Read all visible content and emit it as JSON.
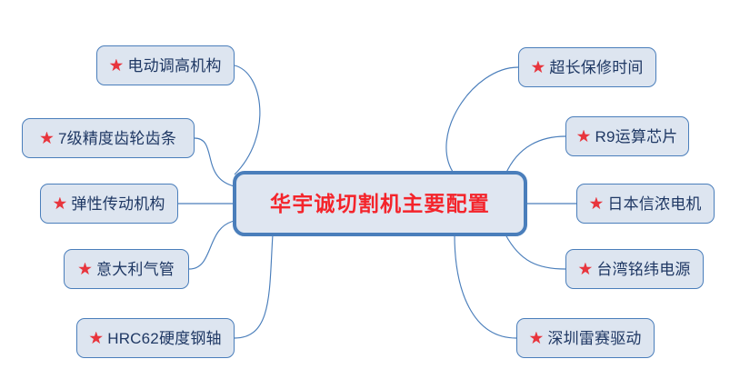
{
  "diagram": {
    "type": "mind-map",
    "background_color": "#ffffff",
    "node_fill": "#dde5f0",
    "node_border": "#4a7ebb",
    "node_text_color": "#1f3864",
    "center_text_color": "#f4242b",
    "star_color": "#e8353d",
    "connector_color": "#4a7ebb"
  },
  "center": {
    "label": "华宇诚切割机主要配置",
    "icon": "none"
  },
  "left_branches": [
    {
      "label": "电动调高机构",
      "icon": "star-icon"
    },
    {
      "label": "7级精度齿轮齿条",
      "icon": "star-icon"
    },
    {
      "label": "弹性传动机构",
      "icon": "star-icon"
    },
    {
      "label": "意大利气管",
      "icon": "star-icon"
    },
    {
      "label": "HRC62硬度钢轴",
      "icon": "star-icon"
    }
  ],
  "right_branches": [
    {
      "label": "超长保修时间",
      "icon": "star-icon"
    },
    {
      "label": "R9运算芯片",
      "icon": "star-icon"
    },
    {
      "label": "日本信浓电机",
      "icon": "star-icon"
    },
    {
      "label": "台湾铭纬电源",
      "icon": "star-icon"
    },
    {
      "label": "深圳雷赛驱动",
      "icon": "star-icon"
    }
  ]
}
